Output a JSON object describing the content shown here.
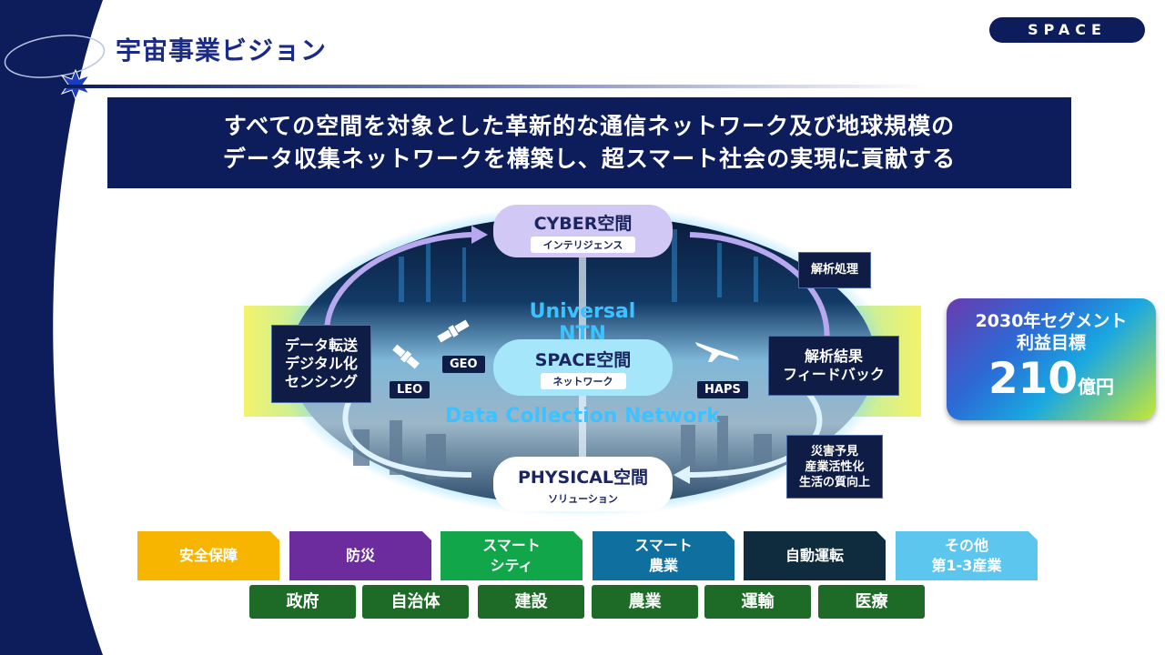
{
  "header": {
    "title": "宇宙事業ビジョン",
    "tag": "SPACE"
  },
  "banner": {
    "line1": "すべての空間を対象とした革新的な通信ネットワーク及び地球規模の",
    "line2": "データ収集ネットワークを構築し、超スマート社会の実現に貢献する"
  },
  "diagram": {
    "cyber": {
      "title": "CYBER空間",
      "sub": "インテリジェンス"
    },
    "space": {
      "title": "SPACE空間",
      "sub": "ネットワーク"
    },
    "physical": {
      "title": "PHYSICAL空間",
      "sub": "ソリューション"
    },
    "universal_ntn": "Universal NTN",
    "data_collection": "Data Collection Network",
    "left_box": [
      "データ転送",
      "デジタル化",
      "センシング"
    ],
    "right_box": [
      "解析結果",
      "フィードバック"
    ],
    "analysis": "解析処理",
    "bottom_right": [
      "災害予見",
      "産業活性化",
      "生活の質向上"
    ],
    "labels": {
      "leo": "LEO",
      "geo": "GEO",
      "haps": "HAPS"
    }
  },
  "target": {
    "line1": "2030年セグメント",
    "line2": "利益目標",
    "value": "210",
    "unit": "億円"
  },
  "industries": [
    {
      "label": "安全保障",
      "color": "#f7b500"
    },
    {
      "label": "防災",
      "color": "#6c2c9e"
    },
    {
      "label_1": "スマート",
      "label_2": "シティ",
      "color": "#11a64a"
    },
    {
      "label_1": "スマート",
      "label_2": "農業",
      "color": "#0f6f9e"
    },
    {
      "label": "自動運転",
      "color": "#0f2b3e"
    },
    {
      "label_1": "その他",
      "label_2": "第1-3産業",
      "color": "#5cc6ef"
    }
  ],
  "sectors": [
    "政府",
    "自治体",
    "建設",
    "農業",
    "運輸",
    "医療"
  ]
}
